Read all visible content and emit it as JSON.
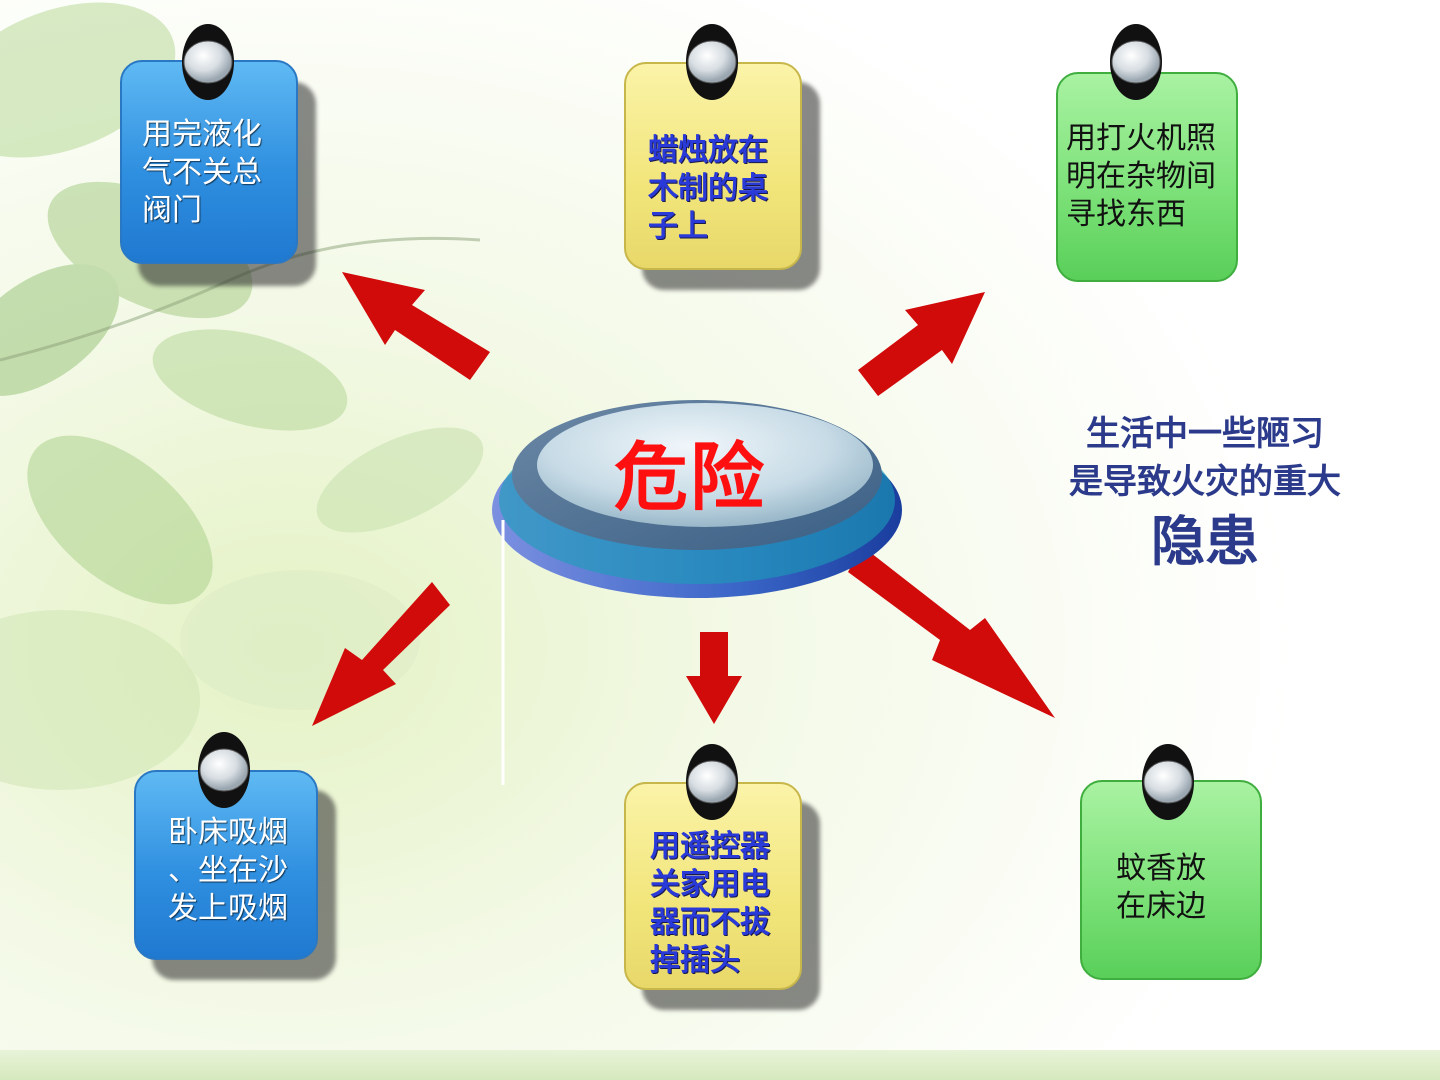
{
  "center": {
    "label": "危险"
  },
  "side_note": {
    "line1": "生活中一些陋习",
    "line2": "是导致火灾的重大",
    "line3": "隐患"
  },
  "cards": {
    "gas": {
      "text": "用完液化\n气不关总\n  阀门",
      "color": "blue"
    },
    "candle": {
      "text": "蜡烛放在\n木制的桌\n  子上",
      "color": "yellow"
    },
    "lighter": {
      "text": "用打火机照\n明在杂物间\n 寻找东西",
      "color": "green"
    },
    "smoking": {
      "text": "卧床吸烟\n、坐在沙\n发上吸烟",
      "color": "blue"
    },
    "remote": {
      "text": "用遥控器\n关家用电\n器而不拔\n 掉插头",
      "color": "yellow"
    },
    "mosquito": {
      "text": " 蚊香放\n在床边",
      "color": "green"
    }
  },
  "colors": {
    "arrow": "#d10a0a",
    "center_text": "#ff1010",
    "note_text": "#2b3a8a"
  }
}
